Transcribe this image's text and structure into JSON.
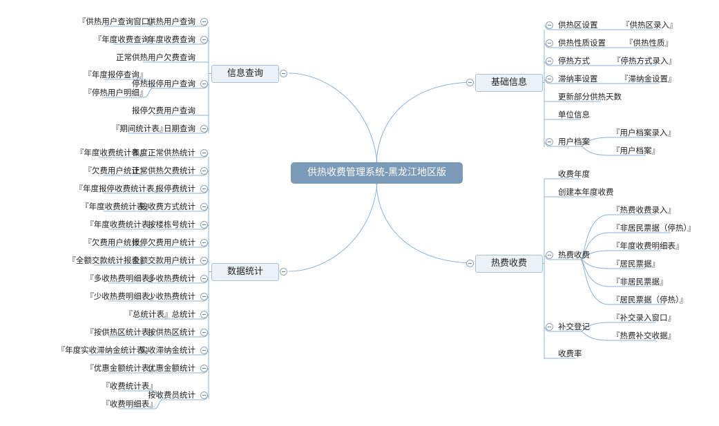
{
  "root": "供热收费管理系统-黑龙江地区版",
  "branches": {
    "info": {
      "label": "信息查询",
      "items": [
        {
          "label": "供热用户查询",
          "children": [
            "『供热用户查询窗口』"
          ]
        },
        {
          "label": "年度收费查询",
          "children": [
            "『年度收费查询』"
          ]
        },
        {
          "label": "正常供热用户欠费查询",
          "children": []
        },
        {
          "label": "停热报停用户查询",
          "children": [
            "『年度报停查询』",
            "『停热用户明细』"
          ]
        },
        {
          "label": "报停欠费用户查询",
          "children": []
        },
        {
          "label": "日期查询",
          "children": [
            "『期间统计表』"
          ]
        }
      ]
    },
    "stats": {
      "label": "数据统计",
      "items": [
        {
          "label": "年度正常供热统计",
          "children": [
            "『年度收费统计表』"
          ]
        },
        {
          "label": "正常供热欠费统计",
          "children": [
            "『欠费用户统计』"
          ]
        },
        {
          "label": "报停费统计",
          "children": [
            "『年度报停收费统计表』"
          ]
        },
        {
          "label": "按收费方式统计",
          "children": [
            "『年度收费统计表』"
          ]
        },
        {
          "label": "按楼栋号统计",
          "children": [
            "『年度收费统计表』"
          ]
        },
        {
          "label": "报停欠费用户统计",
          "children": [
            "『欠费用户统计』"
          ]
        },
        {
          "label": "全额交款用户统计",
          "children": [
            "『全额交款统计报表』"
          ]
        },
        {
          "label": "多收热费统计",
          "children": [
            "『多收热费明细表』"
          ]
        },
        {
          "label": "少收热费统计",
          "children": [
            "『少收热费明细表』"
          ]
        },
        {
          "label": "总统计",
          "children": [
            "『总统计表』"
          ]
        },
        {
          "label": "按供热区统计",
          "children": [
            "『按供热区统计表』"
          ]
        },
        {
          "label": "实收滞纳金统计",
          "children": [
            "『年度实收滞纳金统计表』"
          ]
        },
        {
          "label": "优惠金额统计",
          "children": [
            "『优惠金额统计表』"
          ]
        },
        {
          "label": "按收费员统计",
          "children": [
            "『收费统计表』",
            "『收费明细表』"
          ]
        }
      ]
    },
    "basic": {
      "label": "基础信息",
      "items": [
        {
          "label": "供热区设置",
          "children": [
            "『供热区录入』"
          ]
        },
        {
          "label": "供热性质设置",
          "children": [
            "『供热性质』"
          ]
        },
        {
          "label": "停热方式",
          "children": [
            "『停热方式录入』"
          ]
        },
        {
          "label": "滞纳率设置",
          "children": [
            "『滞纳金设置』"
          ]
        },
        {
          "label": "更新部分供热天数",
          "children": []
        },
        {
          "label": "单位信息",
          "children": []
        },
        {
          "label": "用户档案",
          "children": [
            "『用户档案录入』",
            "『用户档案』"
          ]
        }
      ]
    },
    "fee": {
      "label": "热费收费",
      "items": [
        {
          "label": "收费年度",
          "children": []
        },
        {
          "label": "创建本年度收费",
          "children": []
        },
        {
          "label": "热费收费",
          "children": [
            "『热费收费录入』",
            "『非居民票据（停热）』",
            "『年度收费明细表』",
            "『居民票据』",
            "『非居民票据』",
            "『居民票据（停热）』"
          ]
        },
        {
          "label": "补交登记",
          "children": [
            "『补交录入窗口』",
            "『热费补交收据』"
          ]
        },
        {
          "label": "收费率",
          "children": []
        }
      ]
    }
  }
}
